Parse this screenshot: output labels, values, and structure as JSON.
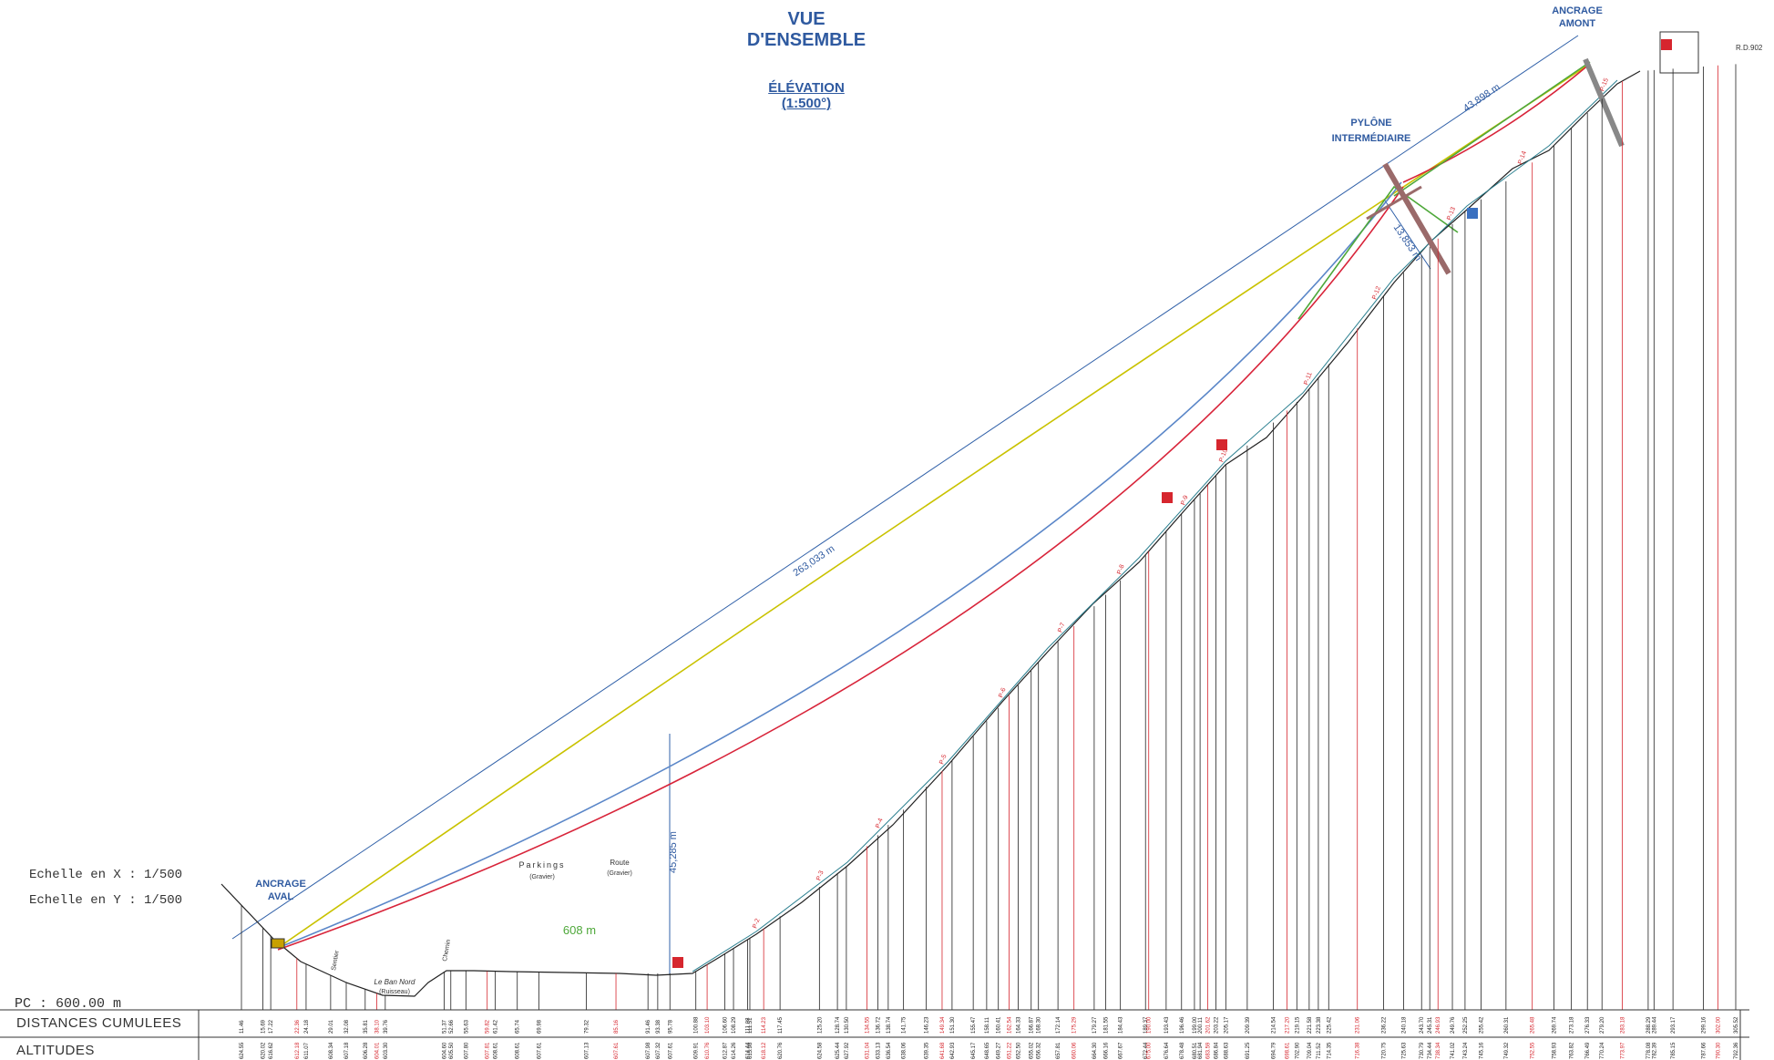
{
  "header": {
    "title": "VUE D'ENSEMBLE",
    "subtitle": "ÉLÉVATION (1:500°)"
  },
  "scales": {
    "x": "Echelle en X : 1/500",
    "y": "Echelle en Y : 1/500"
  },
  "reference": {
    "pc": "PC : 600.00 m"
  },
  "table": {
    "row1_label": "DISTANCES CUMULEES",
    "row2_label": "ALTITUDES"
  },
  "labels": {
    "anchor_low": [
      "ANCRAGE",
      "AVAL"
    ],
    "anchor_high": [
      "ANCRAGE",
      "AMONT"
    ],
    "pylon": [
      "PYLÔNE",
      "INTERMÉDIAIRE"
    ],
    "parking": "Parkings",
    "parking_sub": "(Gravier)",
    "route": "Route",
    "route_sub": "(Gravier)",
    "stream": "Le Ban Nord",
    "stream_sub": "(Ruisseau)",
    "chemin": "Chemin",
    "sentier": "Sentier",
    "rd": "R.D.902",
    "alt_608": "608 m"
  },
  "dimensions": {
    "main_span": "263,033 m",
    "upper_span": "43,898 m",
    "pylon_height": "13,853 m",
    "low_height": "45,285 m"
  },
  "colors": {
    "blue_text": "#2f5aa0",
    "dim_line": "#3060a8",
    "cable_yellow": "#c9c200",
    "cable_red": "#d8243a",
    "cable_blue": "#5a86c8",
    "cable_green": "#4ea83a",
    "terrain": "#2a7f8f",
    "mark_red": "#d6262e"
  },
  "distances": [
    "11.46",
    "15.69",
    "17.22",
    "22.36",
    "24.18",
    "29.01",
    "32.08",
    "35.81",
    "38.10",
    "39.76",
    "51.37",
    "52.66",
    "55.63",
    "59.82",
    "61.42",
    "65.74",
    "69.98",
    "79.32",
    "85.16",
    "91.46",
    "93.38",
    "95.78",
    "100.88",
    "103.10",
    "106.60",
    "108.29",
    "111.08",
    "111.51",
    "114.23",
    "117.45",
    "125.20",
    "128.74",
    "130.50",
    "134.55",
    "136.72",
    "138.74",
    "141.75",
    "146.23",
    "149.34",
    "151.30",
    "155.47",
    "158.11",
    "160.41",
    "162.54",
    "164.33",
    "166.87",
    "168.30",
    "172.14",
    "175.29",
    "179.27",
    "181.55",
    "184.43",
    "189.37",
    "190.00",
    "193.43",
    "196.46",
    "199.00",
    "200.11",
    "201.62",
    "203.22",
    "205.17",
    "209.39",
    "214.54",
    "217.20",
    "219.15",
    "221.58",
    "223.38",
    "225.42",
    "231.06",
    "236.22",
    "240.18",
    "243.70",
    "245.31",
    "246.93",
    "249.76",
    "252.25",
    "255.42",
    "260.31",
    "265.48",
    "269.74",
    "273.18",
    "276.33",
    "279.20",
    "283.18",
    "288.29",
    "289.44",
    "293.17",
    "299.16",
    "302.00",
    "305.52"
  ],
  "altitudes": [
    "624.55",
    "620.02",
    "616.62",
    "612.18",
    "611.07",
    "608.34",
    "607.18",
    "606.28",
    "604.01",
    "603.30",
    "604.60",
    "605.50",
    "607.80",
    "607.81",
    "608.61",
    "608.61",
    "607.61",
    "607.13",
    "607.61",
    "607.98",
    "607.32",
    "607.61",
    "609.91",
    "610.76",
    "612.87",
    "614.26",
    "614.44",
    "615.98",
    "618.12",
    "620.76",
    "624.58",
    "625.44",
    "627.92",
    "631.04",
    "633.13",
    "636.54",
    "638.06",
    "639.35",
    "641.68",
    "642.93",
    "645.17",
    "648.65",
    "649.27",
    "651.22",
    "652.50",
    "655.02",
    "656.32",
    "657.81",
    "660.06",
    "664.30",
    "666.16",
    "667.67",
    "672.44",
    "675.00",
    "676.64",
    "678.48",
    "680.51",
    "681.94",
    "683.59",
    "686.84",
    "688.63",
    "691.25",
    "694.79",
    "698.61",
    "702.90",
    "709.04",
    "711.52",
    "714.35",
    "716.38",
    "720.75",
    "725.63",
    "730.79",
    "734.44",
    "738.34",
    "741.02",
    "743.24",
    "745.16",
    "749.32",
    "752.55",
    "758.93",
    "763.82",
    "766.49",
    "770.24",
    "773.97",
    "778.08",
    "782.39",
    "785.15",
    "787.66",
    "790.30",
    "792.36"
  ],
  "kp_labels": [
    "P-2",
    "P-3",
    "P-4",
    "P-5",
    "P-6",
    "P-7",
    "P-8",
    "P-9",
    "P-10",
    "P-11",
    "P-12",
    "P-13",
    "P-14",
    "P-15"
  ]
}
